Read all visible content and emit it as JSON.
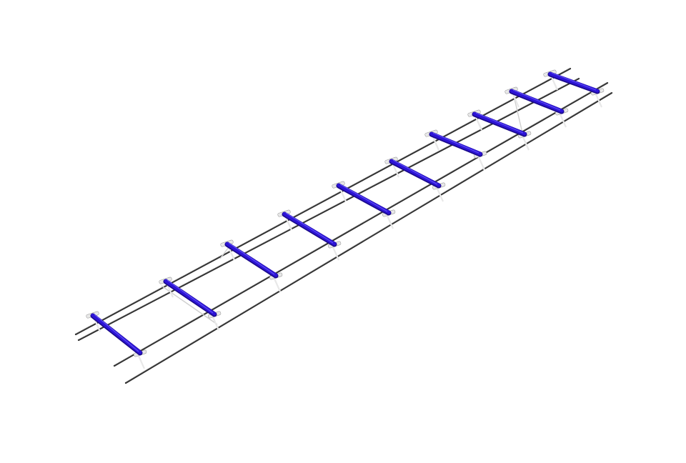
{
  "colors": {
    "background": "#ffffff",
    "wire": "#2b2b2b",
    "wire_highlight": "#8a8a8a",
    "spacer_blue": "#2d14d6",
    "spacer_blue_dark": "#1a0a8c",
    "clip_white": "#e8e8e8",
    "clip_edge": "#9a9a9a",
    "diagonal_strut": "#cfcfcf"
  },
  "object": {
    "kind": "rebar-ladder-with-spacers",
    "spacer_count": 10,
    "longitudinal_bar_count": 4,
    "icons": [
      "spacer-bar",
      "wire-clip",
      "rebar-rod"
    ]
  }
}
